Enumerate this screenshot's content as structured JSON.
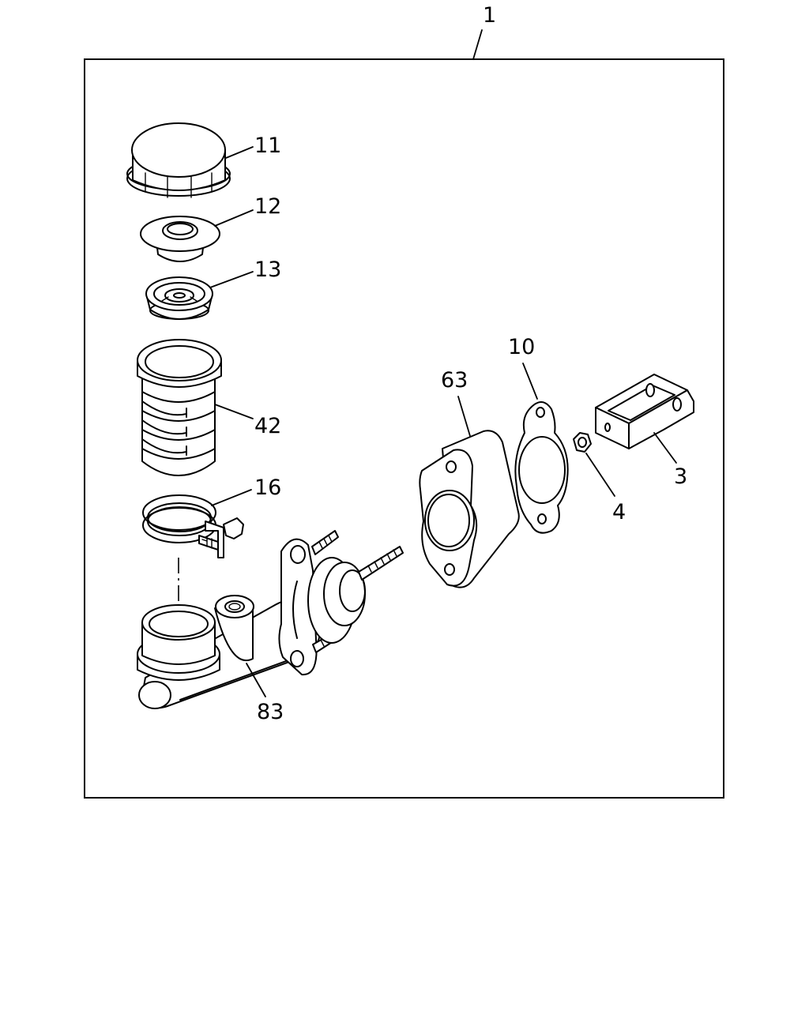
{
  "callouts": {
    "assembly": "1",
    "reservoir_cap": "11",
    "cap_seal": "12",
    "cap_filter": "13",
    "reservoir_strainer": "42",
    "hose_clamp": "16",
    "master_cylinder": "83",
    "spacer_block": "63",
    "gasket": "10",
    "nut": "4",
    "clevis": "3"
  }
}
